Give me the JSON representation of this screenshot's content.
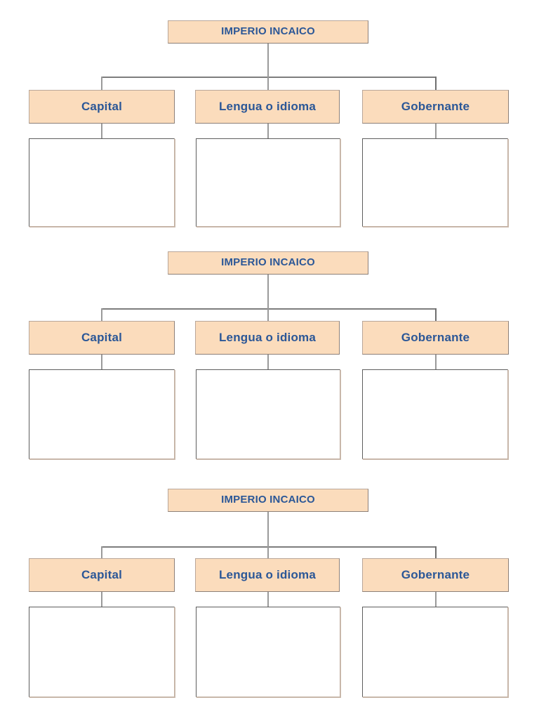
{
  "document": {
    "title": "IMPERIO INCAICO",
    "type": "graphic-organizer",
    "background_color": "#ffffff",
    "node_fill_color": "#FBDCBC",
    "node_text_color": "#2B5797",
    "node_border_color": "#b9a79a",
    "answer_box_fill": "#ffffff",
    "answer_box_border": "#5e5e5e",
    "connector_color": "#7d7d7d"
  },
  "blocks": [
    {
      "root": {
        "label": "IMPERIO INCAICO"
      },
      "children": [
        {
          "label": "Capital",
          "answer": ""
        },
        {
          "label": "Lengua o idioma",
          "answer": ""
        },
        {
          "label": "Gobernante",
          "answer": ""
        }
      ]
    },
    {
      "root": {
        "label": "IMPERIO INCAICO"
      },
      "children": [
        {
          "label": "Capital",
          "answer": ""
        },
        {
          "label": "Lengua o idioma",
          "answer": ""
        },
        {
          "label": "Gobernante",
          "answer": ""
        }
      ]
    },
    {
      "root": {
        "label": "IMPERIO INCAICO"
      },
      "children": [
        {
          "label": "Capital",
          "answer": ""
        },
        {
          "label": "Lengua o idioma",
          "answer": ""
        },
        {
          "label": "Gobernante",
          "answer": ""
        }
      ]
    }
  ]
}
